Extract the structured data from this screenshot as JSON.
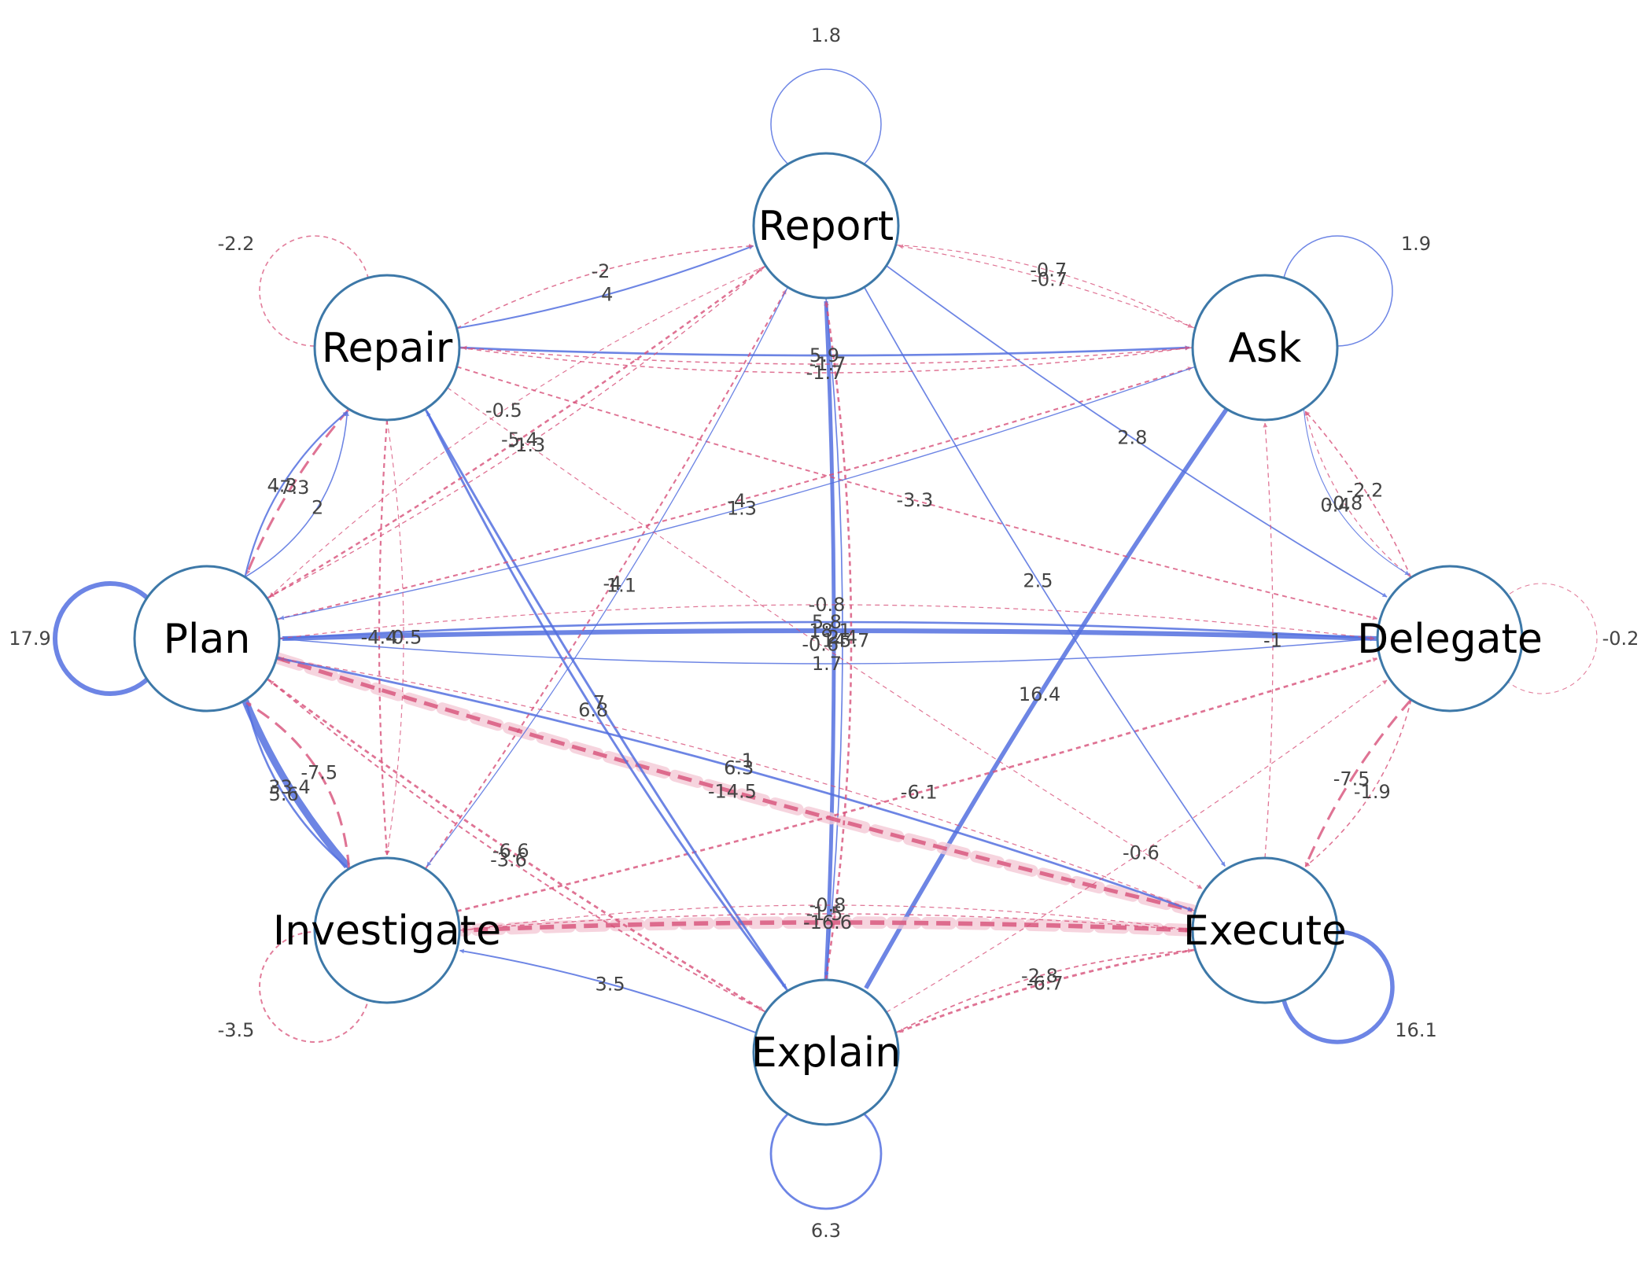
{
  "colors": {
    "positive": "#5470e0",
    "negative": "#d8517a",
    "negative_halo": "#f4c9d6",
    "node_stroke": "#3d78a8",
    "node_fill": "#ffffff",
    "label_text": "#444444"
  },
  "nodes": [
    {
      "id": "report",
      "label": "Report"
    },
    {
      "id": "ask",
      "label": "Ask"
    },
    {
      "id": "delegate",
      "label": "Delegate"
    },
    {
      "id": "execute",
      "label": "Execute"
    },
    {
      "id": "explain",
      "label": "Explain"
    },
    {
      "id": "investigate",
      "label": "Investigate"
    },
    {
      "id": "plan",
      "label": "Plan"
    },
    {
      "id": "repair",
      "label": "Repair"
    }
  ],
  "self_loops": [
    {
      "node": "report",
      "value": 1.8
    },
    {
      "node": "ask",
      "value": 1.9
    },
    {
      "node": "delegate",
      "value": -0.2
    },
    {
      "node": "execute",
      "value": 16.1
    },
    {
      "node": "explain",
      "value": 6.3
    },
    {
      "node": "investigate",
      "value": -3.5
    },
    {
      "node": "plan",
      "value": 17.9
    },
    {
      "node": "repair",
      "value": -2.2
    }
  ],
  "edges": [
    {
      "from": "plan",
      "to": "investigate",
      "value": 33.4
    },
    {
      "from": "investigate",
      "to": "plan",
      "value": 5.6
    },
    {
      "from": "delegate",
      "to": "plan",
      "value": 18.1
    },
    {
      "from": "plan",
      "to": "delegate",
      "value": 5.8
    },
    {
      "from": "ask",
      "to": "explain",
      "value": 16.4
    },
    {
      "from": "explain",
      "to": "report",
      "value": 14
    },
    {
      "from": "report",
      "to": "explain",
      "value": 2.4
    },
    {
      "from": "execute",
      "to": "investigate",
      "value": -16.6
    },
    {
      "from": "plan",
      "to": "execute",
      "value": -14.5
    },
    {
      "from": "investigate",
      "to": "delegate",
      "value": -6.1
    },
    {
      "from": "repair",
      "to": "explain",
      "value": 7
    },
    {
      "from": "explain",
      "to": "repair",
      "value": 6.8
    },
    {
      "from": "plan",
      "to": "execute",
      "value": 6.3
    },
    {
      "from": "repair",
      "to": "ask",
      "value": 5.9
    },
    {
      "from": "investigate",
      "to": "plan",
      "value": -7.5
    },
    {
      "from": "repair",
      "to": "plan",
      "value": -7.3
    },
    {
      "from": "delegate",
      "to": "execute",
      "value": -7.5
    },
    {
      "from": "execute",
      "to": "explain",
      "value": -6.7
    },
    {
      "from": "plan",
      "to": "explain",
      "value": -6.6
    },
    {
      "from": "explain",
      "to": "report",
      "value": -5.7
    },
    {
      "from": "plan",
      "to": "report",
      "value": -5.4
    },
    {
      "from": "plan",
      "to": "repair",
      "value": 4.3
    },
    {
      "from": "repair",
      "to": "report",
      "value": 4
    },
    {
      "from": "plan",
      "to": "ask",
      "value": -4
    },
    {
      "from": "investigate",
      "to": "report",
      "value": -4
    },
    {
      "from": "repair",
      "to": "investigate",
      "value": -4.4
    },
    {
      "from": "explain",
      "to": "investigate",
      "value": 3.5
    },
    {
      "from": "explain",
      "to": "plan",
      "value": -3.6
    },
    {
      "from": "repair",
      "to": "delegate",
      "value": -3.3
    },
    {
      "from": "report",
      "to": "delegate",
      "value": 2.8
    },
    {
      "from": "explain",
      "to": "execute",
      "value": -2.8
    },
    {
      "from": "report",
      "to": "execute",
      "value": 2.5
    },
    {
      "from": "delegate",
      "to": "ask",
      "value": -2.2
    },
    {
      "from": "plan",
      "to": "repair",
      "value": 2
    },
    {
      "from": "repair",
      "to": "report",
      "value": -2
    },
    {
      "from": "delegate",
      "to": "execute",
      "value": -1.9
    },
    {
      "from": "ask",
      "to": "repair",
      "value": -1.7
    },
    {
      "from": "repair",
      "to": "ask",
      "value": -1.7
    },
    {
      "from": "plan",
      "to": "delegate",
      "value": 1.7
    },
    {
      "from": "investigate",
      "to": "execute",
      "value": -1.5
    },
    {
      "from": "report",
      "to": "plan",
      "value": -1.3
    },
    {
      "from": "ask",
      "to": "plan",
      "value": 1.3
    },
    {
      "from": "report",
      "to": "investigate",
      "value": 1.1
    },
    {
      "from": "execute",
      "to": "ask",
      "value": -1
    },
    {
      "from": "execute",
      "to": "plan",
      "value": -1
    },
    {
      "from": "delegate",
      "to": "ask",
      "value": -0.8
    },
    {
      "from": "execute",
      "to": "investigate",
      "value": -0.8
    },
    {
      "from": "plan",
      "to": "delegate",
      "value": -0.8
    },
    {
      "from": "ask",
      "to": "report",
      "value": -0.7
    },
    {
      "from": "report",
      "to": "ask",
      "value": -0.7
    },
    {
      "from": "repair",
      "to": "execute",
      "value": -0.6
    },
    {
      "from": "explain",
      "to": "delegate",
      "value": -0.6
    },
    {
      "from": "report",
      "to": "plan",
      "value": -0.5
    },
    {
      "from": "repair",
      "to": "investigate",
      "value": -0.5
    },
    {
      "from": "ask",
      "to": "delegate",
      "value": 0.4
    },
    {
      "from": "explain",
      "to": "explain",
      "value": -0.2
    }
  ]
}
